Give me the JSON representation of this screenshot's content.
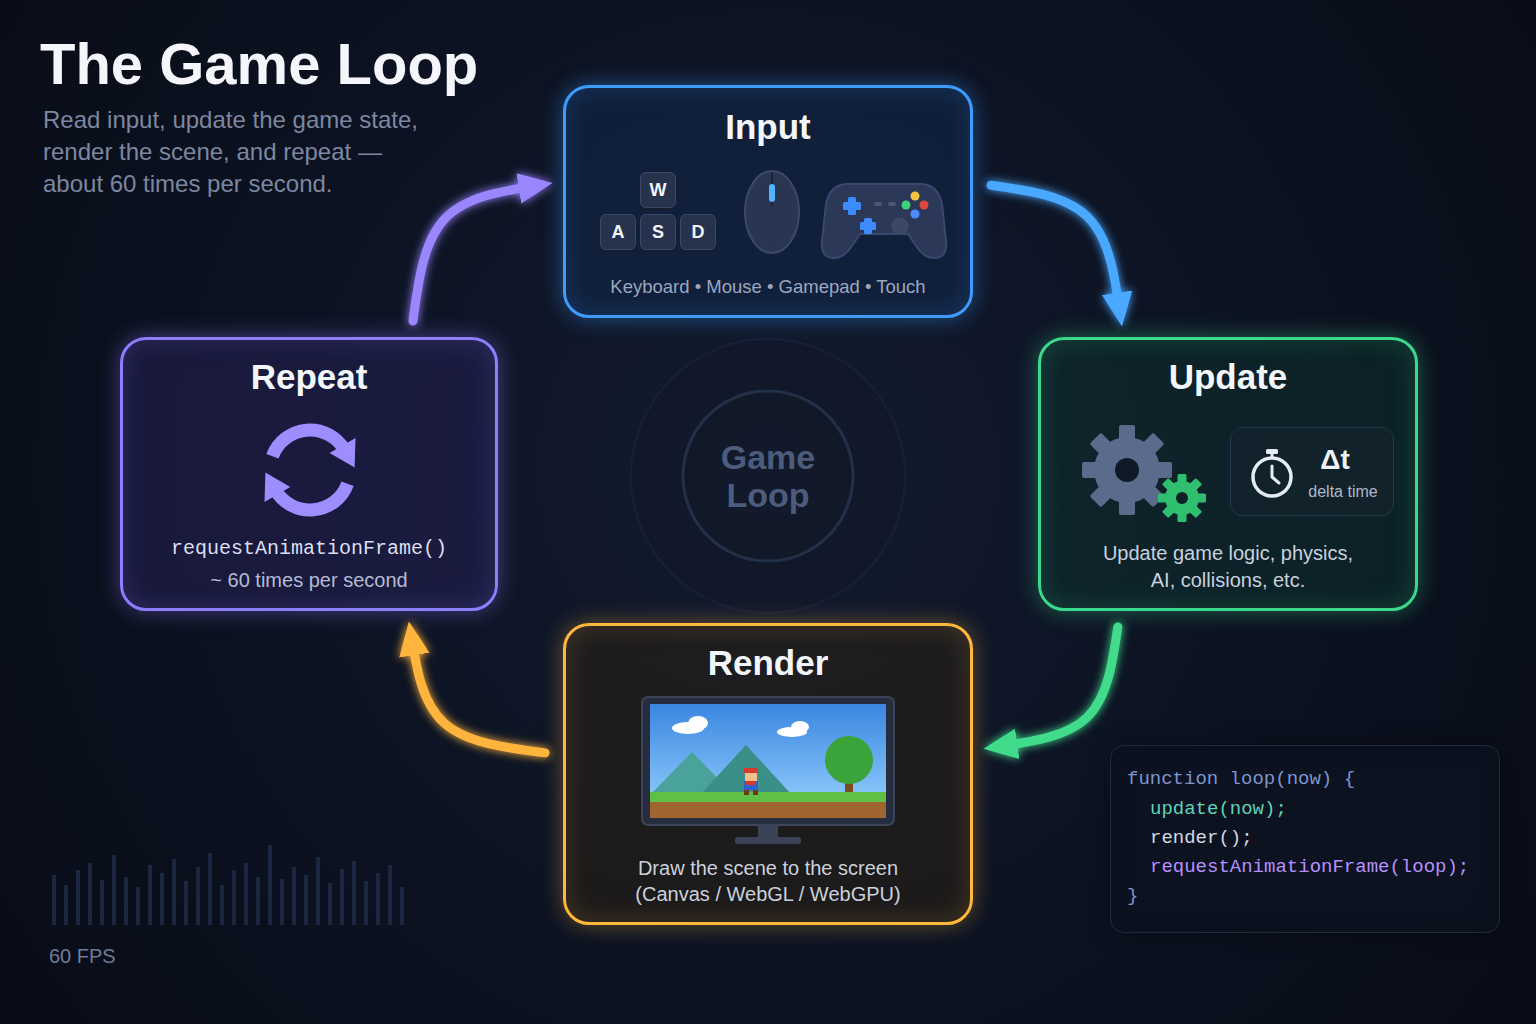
{
  "diagram": {
    "title": "The Game Loop",
    "caption": "Read input, update the game state, render the scene, and repeat — about 60 times per second.",
    "nodes": [
      {
        "text": [
          "Input",
          "Keyboard • Mouse • Gamepad • Touch"
        ]
      },
      {
        "text": [
          "W"
        ],
        "in": 0
      },
      {
        "text": [
          "A"
        ],
        "in": 0
      },
      {
        "text": [
          "S"
        ],
        "in": 0
      },
      {
        "text": [
          "D"
        ],
        "in": 0
      },
      {
        "text": [
          "Repeat",
          "requestAnimationFrame()",
          "~ 60 times per second"
        ]
      },
      {
        "text": [
          "Game Loop"
        ]
      },
      {
        "text": [
          "Update",
          "Update game logic, physics, AI, collisions, etc."
        ]
      },
      {
        "text": [
          "Δt",
          "delta time"
        ],
        "in": 7
      },
      {
        "text": [
          "Render",
          "Draw the scene to the screen (Canvas / WebGL / WebGPU)"
        ]
      },
      {
        "text": [
          "function loop(now) {",
          "update(now);",
          "render();",
          "requestAnimationFrame(loop);",
          "}"
        ]
      }
    ],
    "edges": [
      {
        "from": 0,
        "to": 7,
        "arrow": "to"
      },
      {
        "from": 7,
        "to": 9,
        "arrow": "to"
      },
      {
        "from": 9,
        "to": 5,
        "arrow": "to"
      },
      {
        "from": 5,
        "to": 0,
        "arrow": "to"
      }
    ],
    "labels": [
      "60 FPS"
    ]
  }
}
